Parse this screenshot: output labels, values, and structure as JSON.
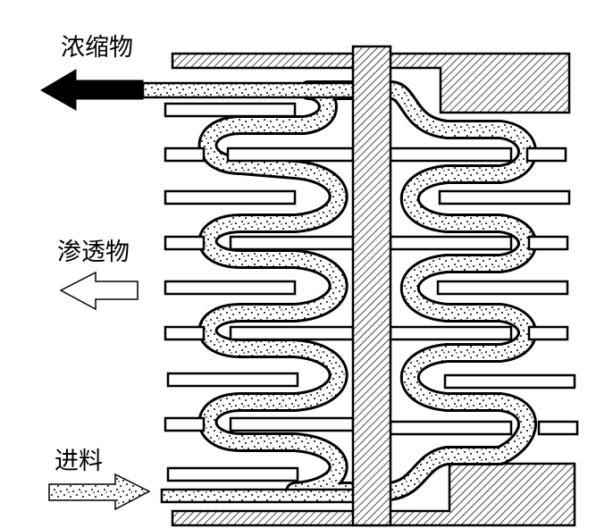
{
  "labels": {
    "concentrate": "浓缩物",
    "permeate": "渗透物",
    "feed": "进料"
  },
  "arrows": {
    "concentrate": {
      "direction": "left",
      "style": "solid-black"
    },
    "permeate": {
      "direction": "left",
      "style": "outline"
    },
    "feed": {
      "direction": "right",
      "style": "dotted"
    }
  },
  "legend_patterns": {
    "housing": "diagonal-hatch",
    "flow_channel": "stippled",
    "membrane_plate": "white-bar"
  },
  "colors": {
    "stroke": "#000000",
    "fill": "#ffffff"
  }
}
